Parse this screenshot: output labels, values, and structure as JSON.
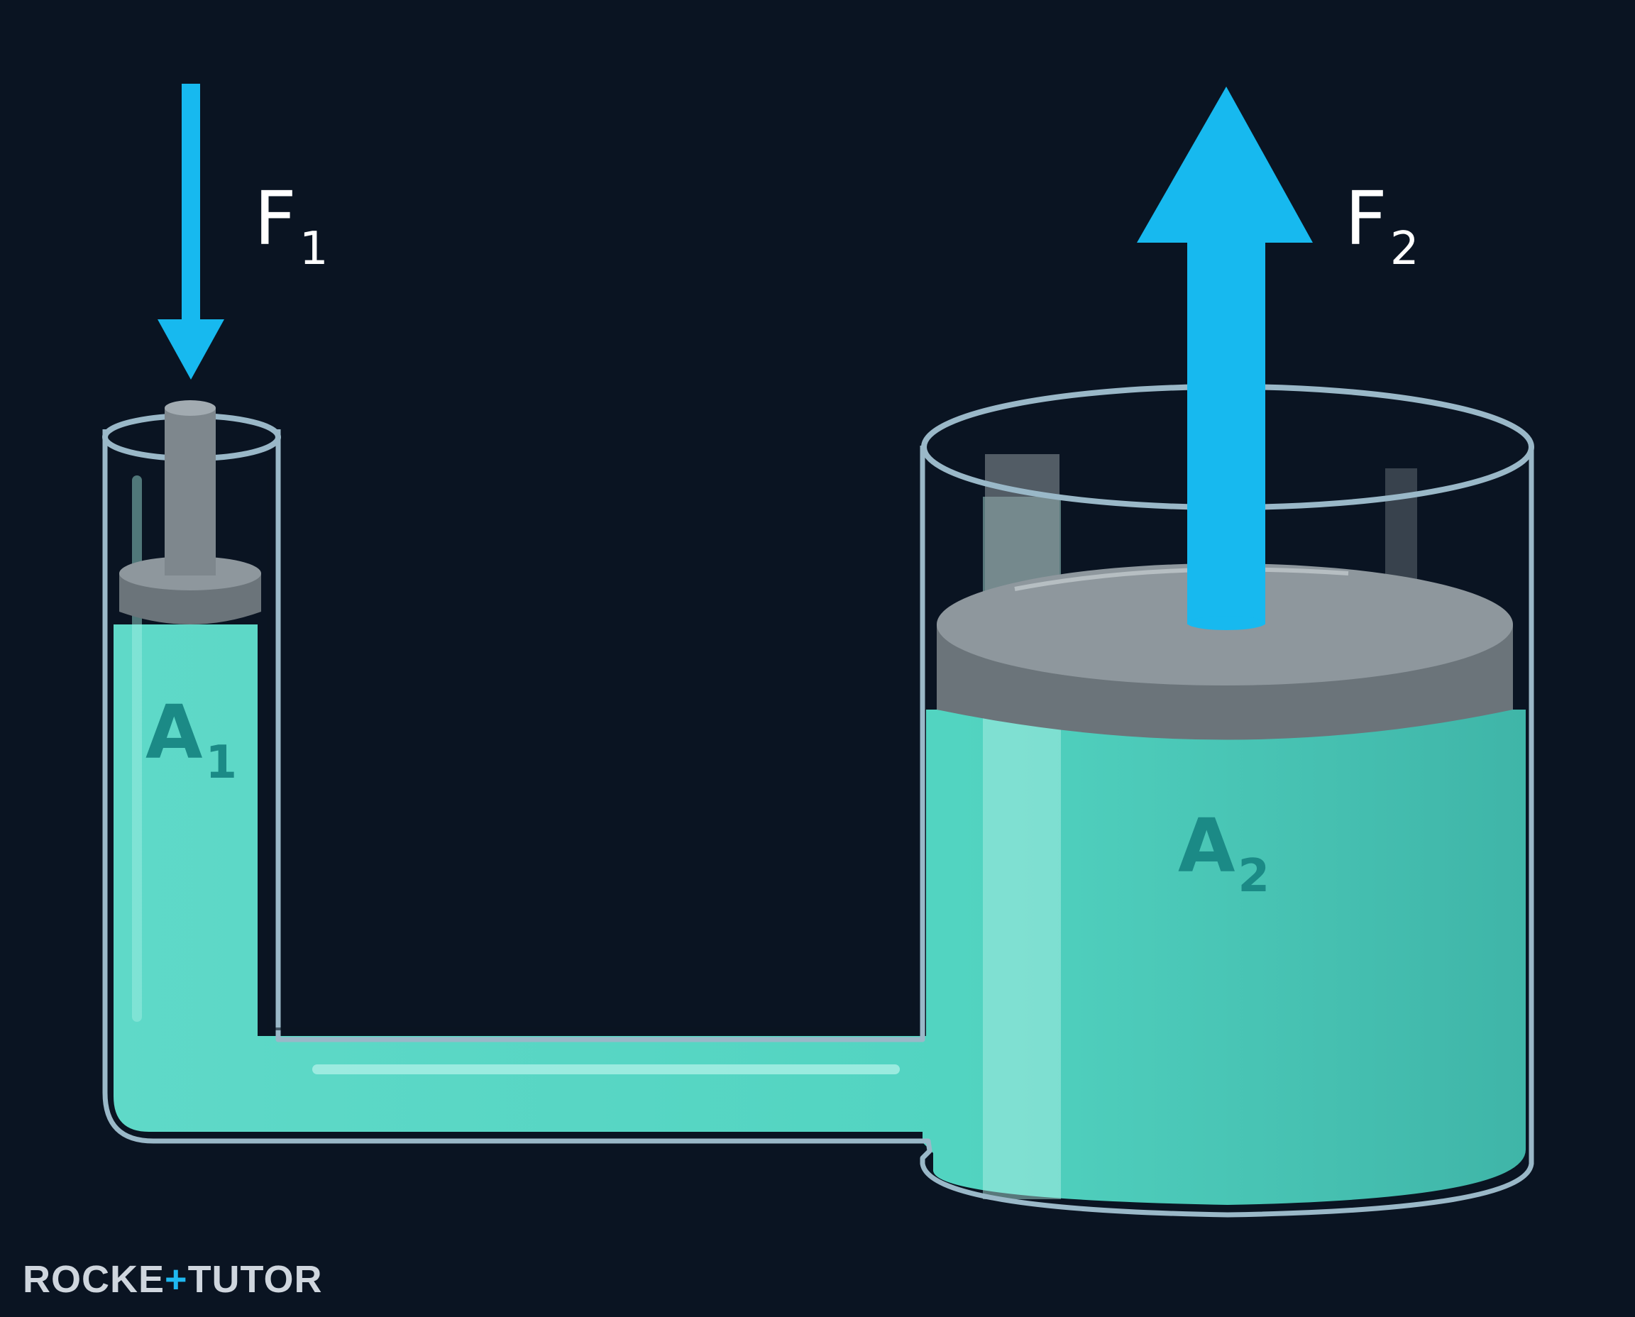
{
  "labels": {
    "force_in": {
      "letter": "F",
      "sub": "1"
    },
    "force_out": {
      "letter": "F",
      "sub": "2"
    },
    "area_small": {
      "letter": "A",
      "sub": "1"
    },
    "area_large": {
      "letter": "A",
      "sub": "2"
    }
  },
  "watermark": {
    "part1": "ROCKE",
    "mark": "+",
    "part2": "TUTOR"
  },
  "colors": {
    "background": "#0a1422",
    "arrow": "#17b9ef",
    "fluid": "#55d8c4",
    "fluid_light": "#8ee6d8",
    "piston": "#8e979d",
    "piston_dark": "#6b747a",
    "glass": "#9ab8c8",
    "area_label": "#1b8a86"
  },
  "icons": {
    "force_in_arrow": "arrow-down-icon",
    "force_out_arrow": "arrow-up-icon"
  }
}
